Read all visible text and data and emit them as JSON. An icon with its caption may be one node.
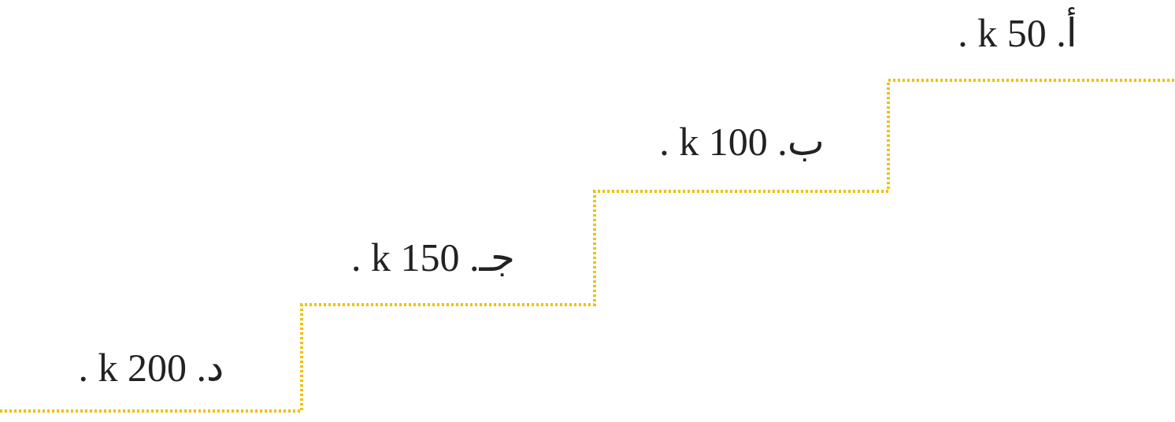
{
  "diagram": {
    "labels": [
      "أ. 50 k .",
      "ب. 100 k .",
      "جـ. 150 k .",
      "د. 200 k ."
    ]
  }
}
